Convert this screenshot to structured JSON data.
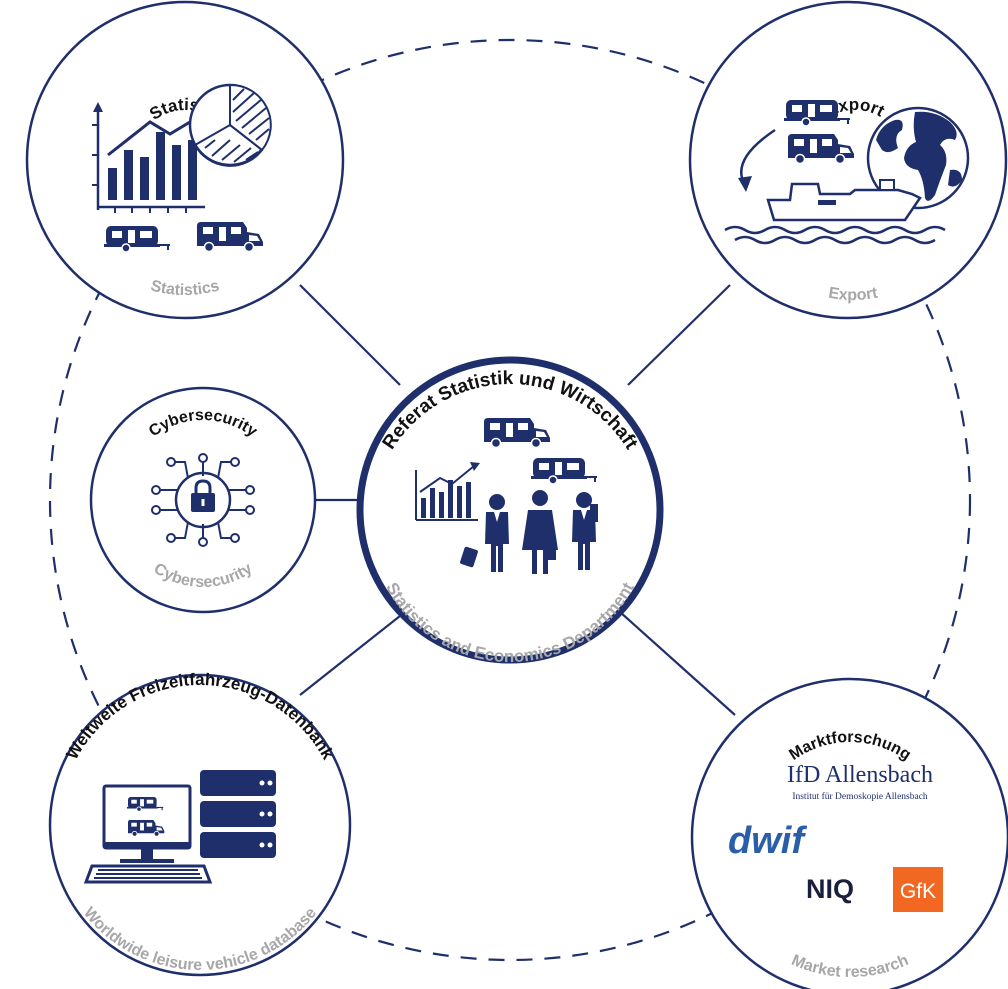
{
  "center": {
    "title_de": "Referat Statistik und Wirtschaft",
    "title_en": "Statistics and Economics Department"
  },
  "nodes": {
    "statistics": {
      "title_de": "Statistik",
      "title_en": "Statistics"
    },
    "export": {
      "title_de": "Export",
      "title_en": "Export"
    },
    "cybersecurity": {
      "title_de": "Cybersecurity",
      "title_en": "Cybersecurity"
    },
    "database": {
      "title_de": "Weltweite Freizeitfahrzeug-Datenbank",
      "title_en": "Worldwide leisure vehicle database"
    },
    "market": {
      "title_de": "Marktforschung",
      "title_en": "Market research"
    }
  },
  "market_logos": {
    "ifd_name": "IfD Allensbach",
    "ifd_sub": "Institut für Demoskopie Allensbach",
    "dwif": "dwif",
    "niq": "NIQ",
    "gfk": "GfK"
  },
  "colors": {
    "navy": "#1f2f6b",
    "gray_label": "#a7a7a9",
    "gfk_orange": "#f26722"
  },
  "icons": [
    "bar-chart-icon",
    "pie-chart-icon",
    "caravan-icon",
    "motorhome-icon",
    "globe-icon",
    "ship-icon",
    "lock-icon",
    "server-icon",
    "computer-icon",
    "person-icon"
  ]
}
